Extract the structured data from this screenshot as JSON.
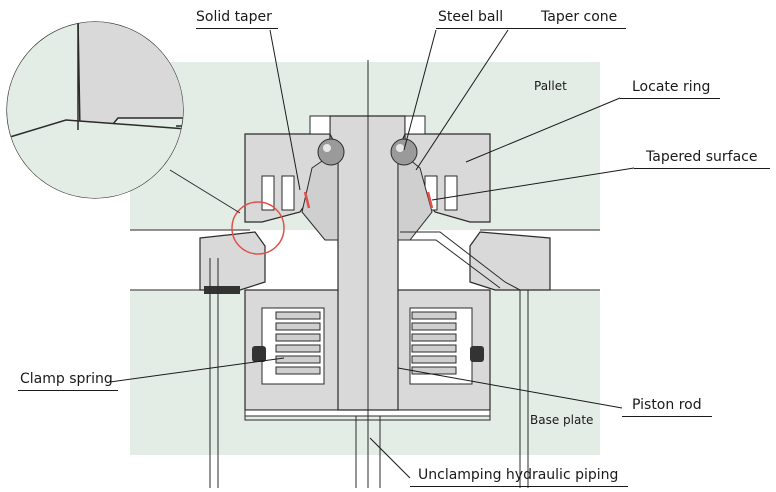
{
  "labels": {
    "solid_taper": "Solid taper",
    "steel_ball": "Steel ball",
    "taper_cone": "Taper cone",
    "pallet": "Pallet",
    "locate_ring": "Locate ring",
    "tapered_surface": "Tapered surface",
    "clamp_spring": "Clamp spring",
    "piston_rod": "Piston rod",
    "base_plate": "Base plate",
    "unclamping_piping": "Unclamping hydraulic piping"
  },
  "colors": {
    "plate_fill": "#e4ece6",
    "metal_fill": "#d9d9d9",
    "metal_dark": "#bdbdbd",
    "outline": "#2b2b2b",
    "highlight_red": "#e0504a",
    "leader": "#1a1a1a"
  }
}
